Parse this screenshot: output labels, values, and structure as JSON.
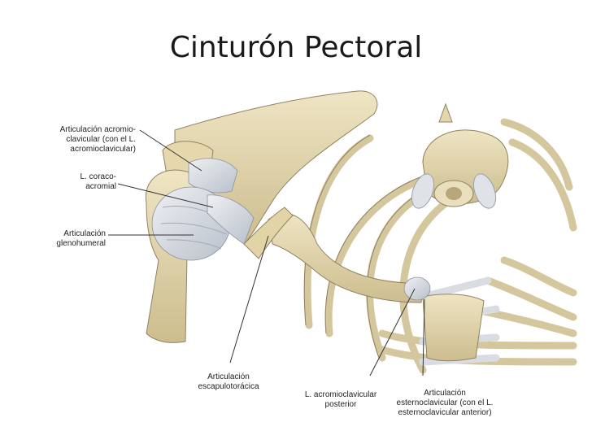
{
  "slide": {
    "title": "Cinturón Pectoral"
  },
  "labels": {
    "acromio": [
      "Articulación acromio-",
      "clavicular (con el L.",
      "acromioclavicular)"
    ],
    "coraco": [
      "L. coraco-",
      "acromial"
    ],
    "gleno": [
      "Articulación",
      "glenohumeral"
    ],
    "escapulo": [
      "Articulación",
      "escapulotorácica"
    ],
    "acromio_post": [
      "L. acromioclavicular",
      "posterior"
    ],
    "esterno": [
      "Articulación",
      "esternoclavicular (con el L.",
      "esternoclavicular anterior)"
    ]
  },
  "colors": {
    "bone": "#e8dcb4",
    "bone_shadow": "#c9b98a",
    "cartilage": "#d8dde4",
    "ligament": "#c6ccd6",
    "leader": "#333333"
  }
}
